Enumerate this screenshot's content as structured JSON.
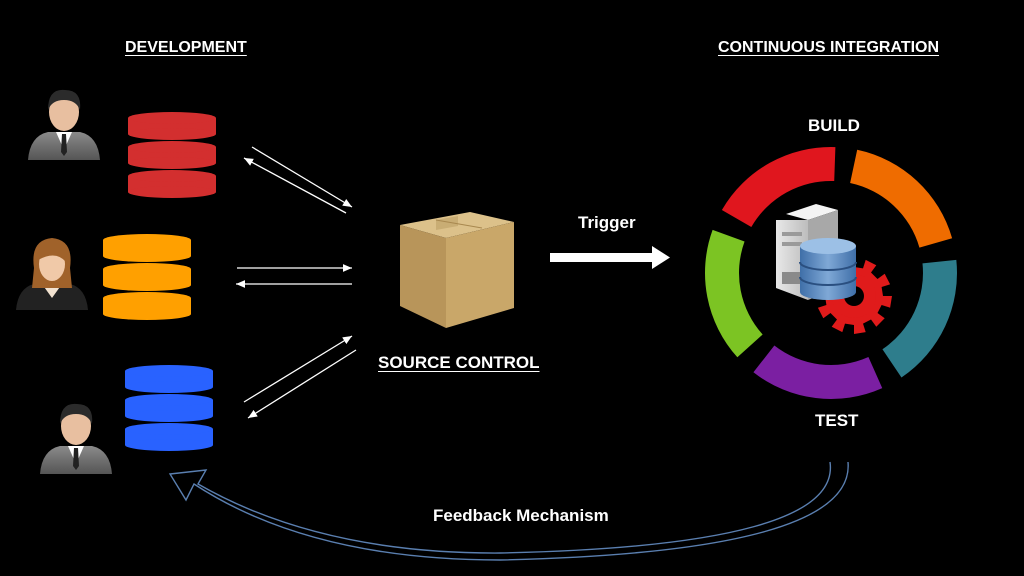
{
  "headings": {
    "development": "DEVELOPMENT",
    "continuous_integration": "CONTINUOUS INTEGRATION"
  },
  "labels": {
    "source_control": "SOURCE CONTROL",
    "trigger": "Trigger",
    "build": "BUILD",
    "test": "TEST",
    "feedback": "Feedback Mechanism"
  },
  "developers": [
    {
      "icon": "male-developer-icon",
      "repo_color": "#d32f2f"
    },
    {
      "icon": "female-developer-icon",
      "repo_color": "#ffa000"
    },
    {
      "icon": "male-developer-icon",
      "repo_color": "#2962ff"
    }
  ],
  "ci_ring_colors": [
    "#e0161e",
    "#ef6c00",
    "#2e7d8c",
    "#7b1fa2",
    "#7cc423"
  ],
  "colors": {
    "background": "#000000",
    "arrow": "#ffffff",
    "feedback_stroke": "#5a7fb0",
    "box": "#c9a769",
    "gear": "#e01b1b"
  }
}
